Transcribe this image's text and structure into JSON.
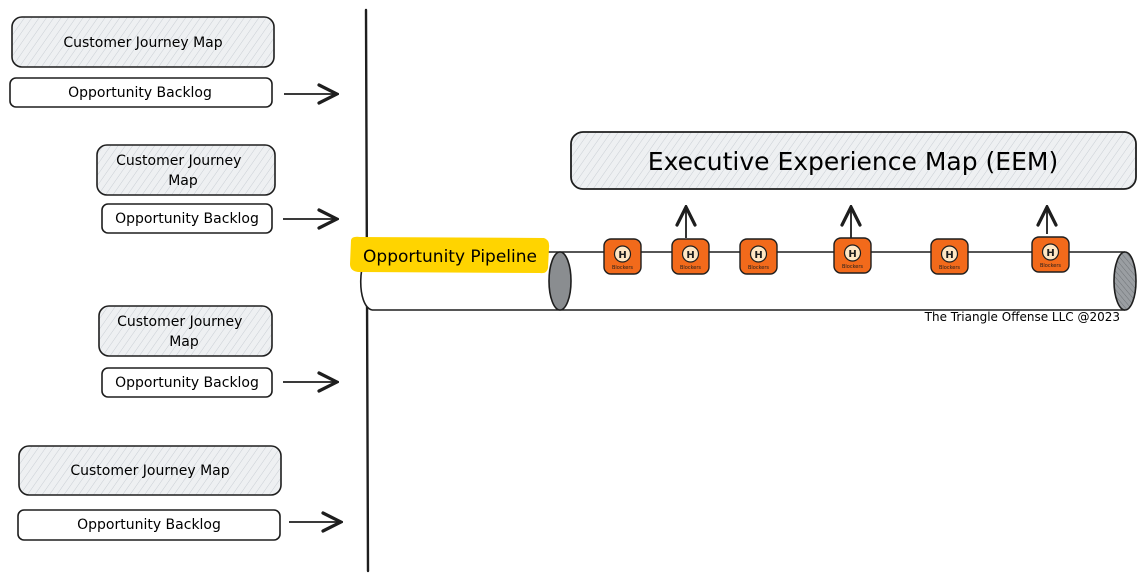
{
  "journeys": [
    {
      "map_label": "Customer Journey Map",
      "backlog_label": "Opportunity Backlog"
    },
    {
      "map_label": "Customer Journey Map",
      "backlog_label": "Opportunity Backlog"
    },
    {
      "map_label": "Customer Journey Map",
      "backlog_label": "Opportunity Backlog"
    },
    {
      "map_label": "Customer Journey Map",
      "backlog_label": "Opportunity Backlog"
    }
  ],
  "pipeline": {
    "label": "Opportunity Pipeline",
    "highlight_color": "#ffd400",
    "item_count": 6,
    "item_icon": "blockers-badge-icon",
    "item_text": "Blockers"
  },
  "eem": {
    "label": "Executive Experience Map (EEM)"
  },
  "copyright": "The Triangle Offense LLC @2023",
  "colors": {
    "box_fill": "#eceef0",
    "stroke": "#1e1e1e",
    "badge_orange": "#f26a1b",
    "cap_gray": "#8a8d90"
  }
}
